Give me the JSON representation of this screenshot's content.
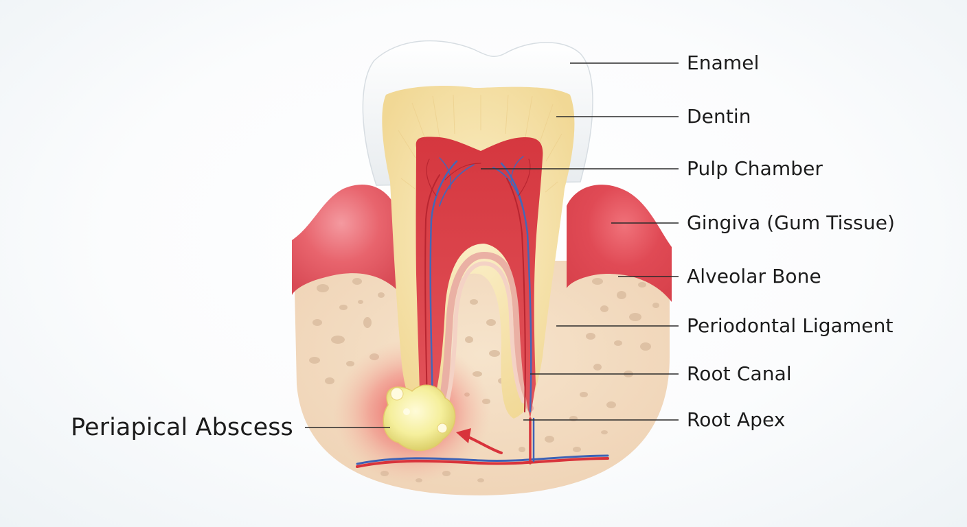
{
  "labels": {
    "enamel": "Enamel",
    "dentin": "Dentin",
    "pulp_chamber": "Pulp Chamber",
    "gingiva": "Gingiva (Gum Tissue)",
    "alveolar_bone": "Alveolar Bone",
    "periodontal_ligament": "Periodontal Ligament",
    "root_canal": "Root Canal",
    "root_apex": "Root Apex",
    "periapical_abscess": "Periapical Abscess"
  },
  "colors": {
    "enamel": "#f4f6f7",
    "dentin": "#f6e3a8",
    "pulp": "#d8424a",
    "gingiva": "#e8606a",
    "bone": "#f3dcc0",
    "bone_pores": "#d9b79a",
    "artery": "#d8333b",
    "vein": "#3d62b5",
    "abscess": "#f3ef9c",
    "leader_line": "#2a2a2a"
  }
}
